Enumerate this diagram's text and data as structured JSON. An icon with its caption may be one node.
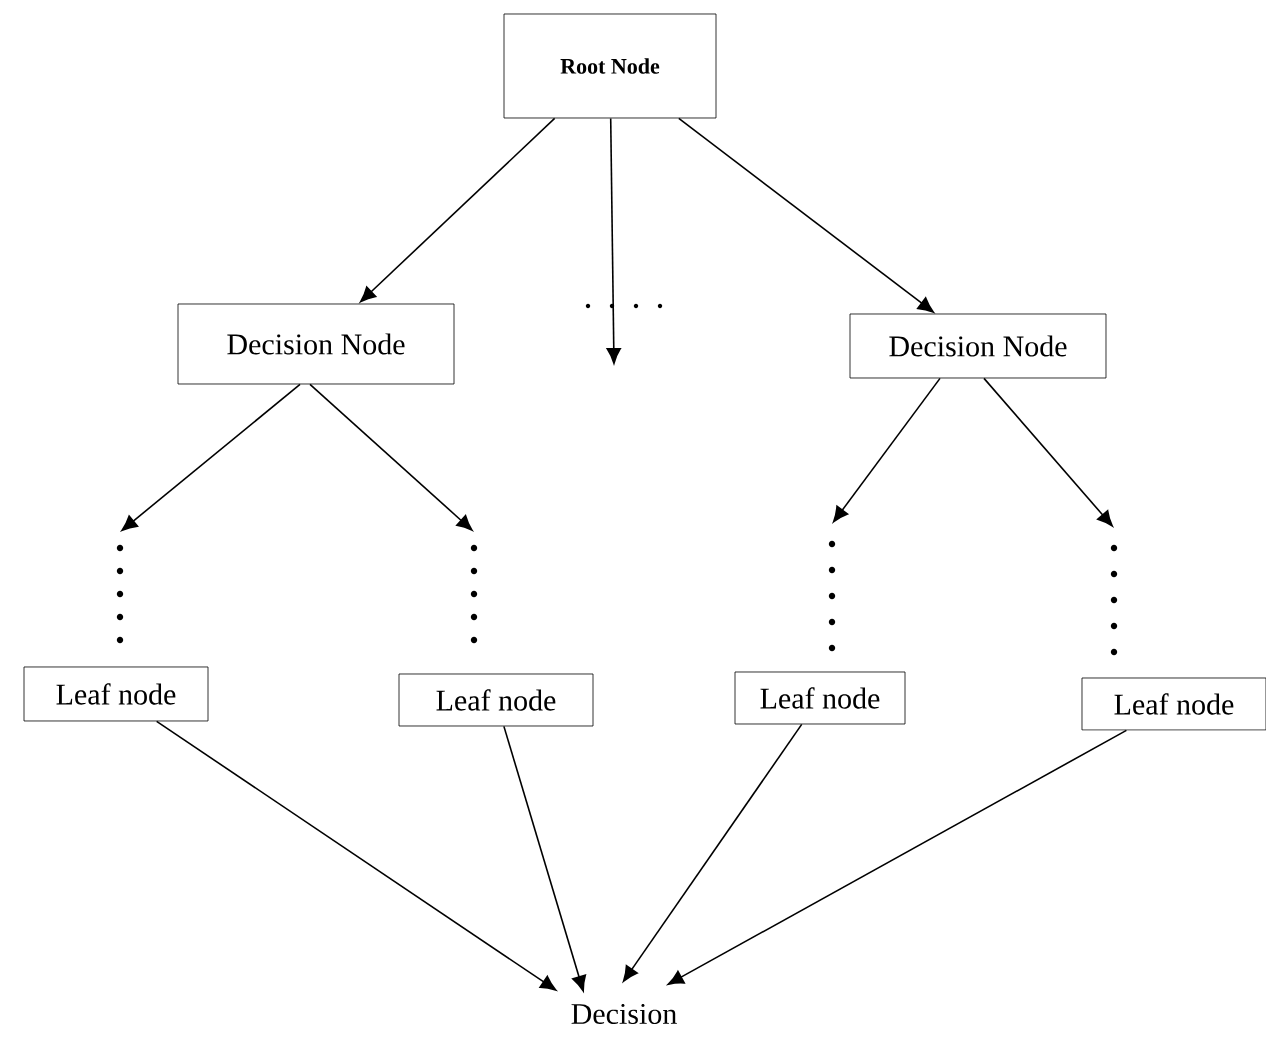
{
  "diagram": {
    "nodes": [
      {
        "text": [
          "Root Node"
        ]
      },
      {
        "text": [
          "Decision Node"
        ]
      },
      {
        "text": [
          "Decision Node"
        ]
      },
      {
        "text": [
          "Leaf node"
        ]
      },
      {
        "text": [
          "Leaf node"
        ]
      },
      {
        "text": [
          "Leaf node"
        ]
      },
      {
        "text": [
          "Leaf node"
        ]
      },
      {
        "text": [
          "Decision"
        ]
      }
    ],
    "edges": [
      {
        "from": 0,
        "to": 1,
        "arrow": "to"
      },
      {
        "from": 0,
        "to": null,
        "arrow": "to"
      },
      {
        "from": 0,
        "to": 2,
        "arrow": "to"
      },
      {
        "from": 1,
        "to": null,
        "arrow": "to"
      },
      {
        "from": 1,
        "to": null,
        "arrow": "to"
      },
      {
        "from": 2,
        "to": null,
        "arrow": "to"
      },
      {
        "from": 2,
        "to": null,
        "arrow": "to"
      },
      {
        "from": 3,
        "to": 7,
        "arrow": "to"
      },
      {
        "from": 4,
        "to": 7,
        "arrow": "to"
      },
      {
        "from": 5,
        "to": 7,
        "arrow": "to"
      },
      {
        "from": 6,
        "to": 7,
        "arrow": "to"
      }
    ]
  }
}
